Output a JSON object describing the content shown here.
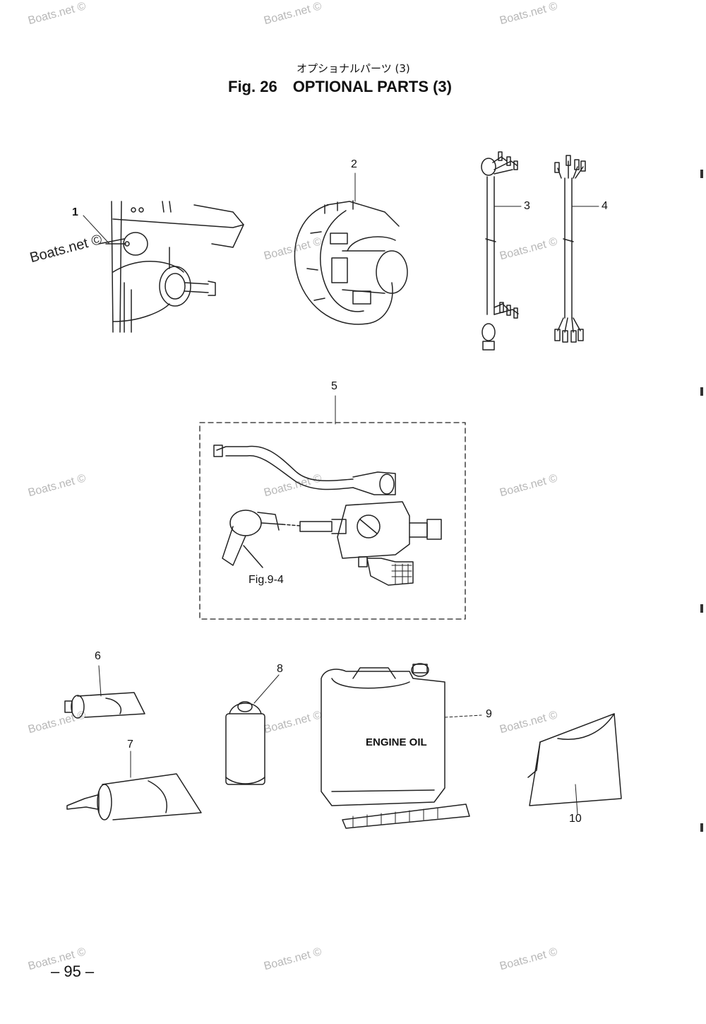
{
  "header": {
    "title_jp": "オプショナルパーツ (3)",
    "fig_label": "Fig. 26",
    "title": "OPTIONAL PARTS (3)"
  },
  "callouts": {
    "item1": "1",
    "item2": "2",
    "item3": "3",
    "item4": "4",
    "item5": "5",
    "item6": "6",
    "item7": "7",
    "item8": "8",
    "item9": "9",
    "item10": "10"
  },
  "references": {
    "fig_ref": "Fig.9-4"
  },
  "labels": {
    "engine_oil": "ENGINE OIL"
  },
  "watermark": {
    "text": "Boats.net ©"
  },
  "footer": {
    "page_number": "– 95 –"
  }
}
